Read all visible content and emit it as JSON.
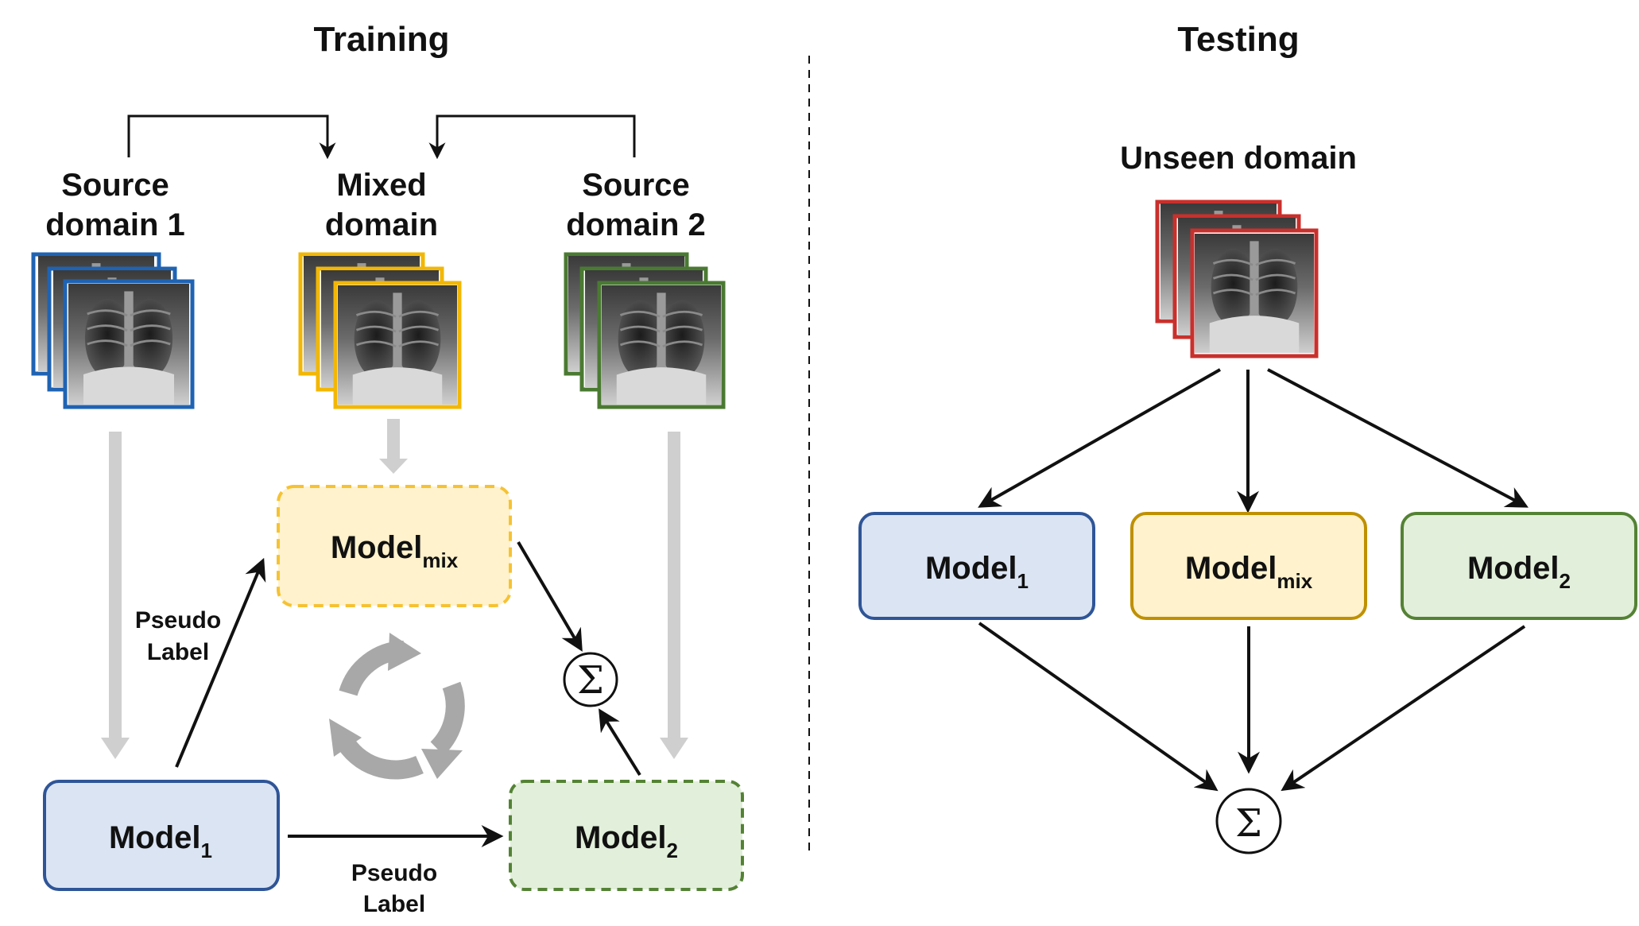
{
  "training": {
    "title": "Training",
    "source1": {
      "line1": "Source",
      "line2": "domain 1"
    },
    "mixed": {
      "line1": "Mixed",
      "line2": "domain"
    },
    "source2": {
      "line1": "Source",
      "line2": "domain 2"
    },
    "model_mix": {
      "base": "Model",
      "sub": "mix"
    },
    "model_1": {
      "base": "Model",
      "sub": "1"
    },
    "model_2": {
      "base": "Model",
      "sub": "2"
    },
    "pseudo_label_left": {
      "line1": "Pseudo",
      "line2": "Label"
    },
    "pseudo_label_bottom": {
      "line1": "Pseudo",
      "line2": "Label"
    },
    "sum_symbol": "Σ"
  },
  "testing": {
    "title": "Testing",
    "unseen": "Unseen domain",
    "model_1": {
      "base": "Model",
      "sub": "1"
    },
    "model_mix": {
      "base": "Model",
      "sub": "mix"
    },
    "model_2": {
      "base": "Model",
      "sub": "2"
    },
    "sum_symbol": "Σ"
  },
  "colors": {
    "source1_border": "#1f63b3",
    "mixed_border": "#f2b705",
    "source2_border": "#4a7a32",
    "unseen_border": "#c9302c",
    "model1_fill": "#dbe4f3",
    "model1_border": "#2f5597",
    "mix_fill": "#fff2cc",
    "mix_border_dashed": "#f6c233",
    "mix_border_solid": "#bf9000",
    "model2_fill": "#e2efda",
    "model2_border": "#548235",
    "gray_arrow": "#cfcfcf",
    "cycle_gray": "#a8a8a8"
  }
}
